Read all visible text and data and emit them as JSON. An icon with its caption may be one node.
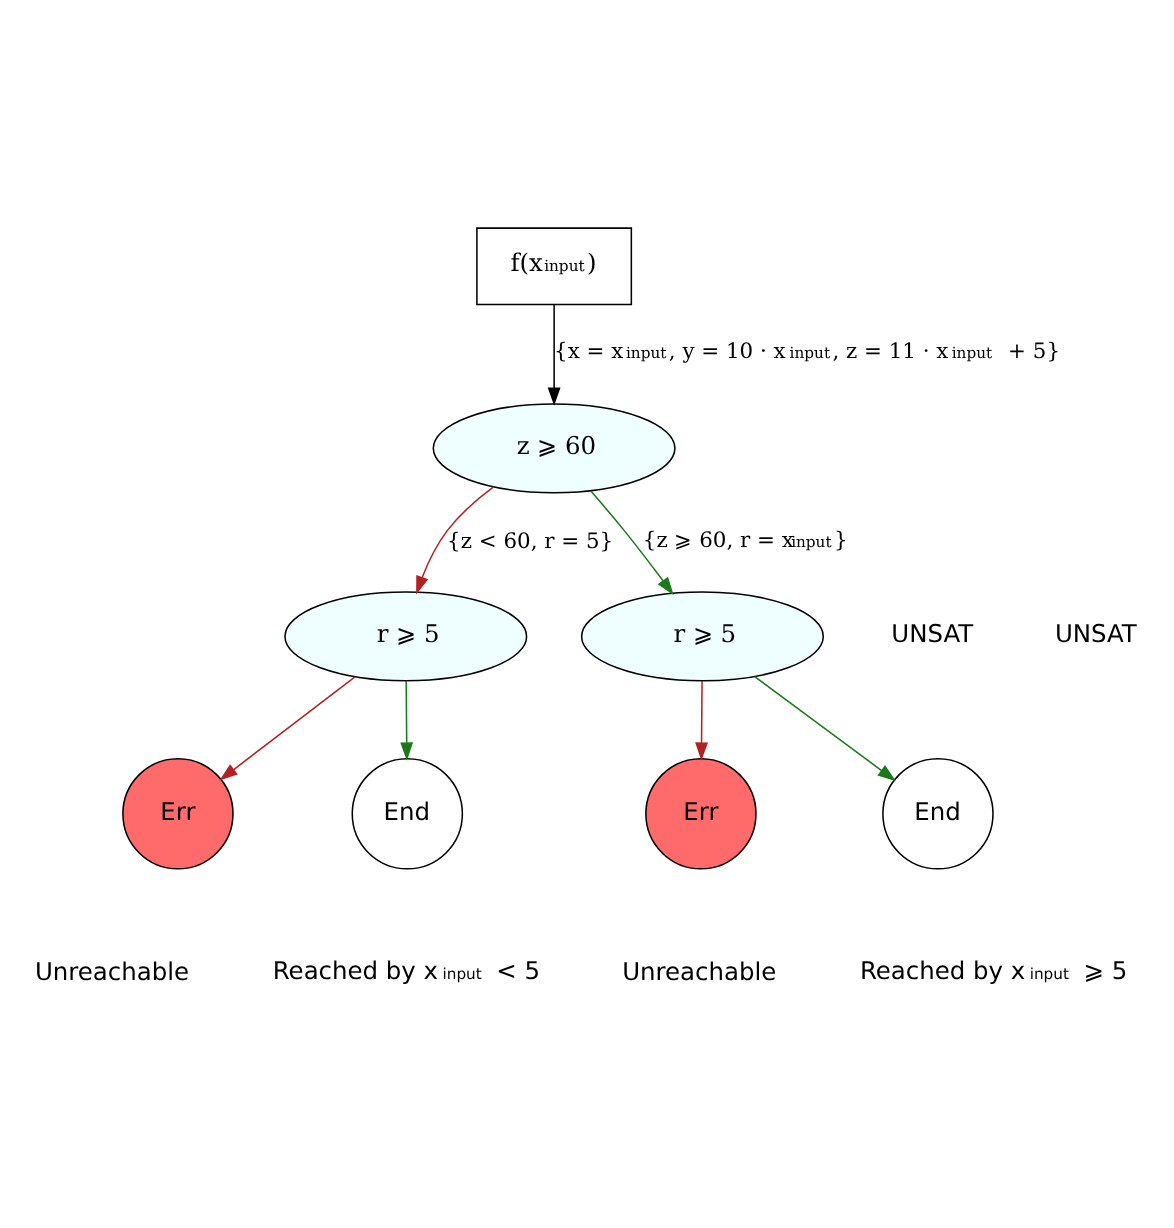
{
  "diagram": {
    "nodes": [
      {
        "text": [
          "f(x$_{input}$)"
        ]
      },
      {
        "text": [
          "z ⩾ 60"
        ]
      },
      {
        "text": [
          "r ⩾ 5"
        ]
      },
      {
        "text": [
          "r ⩾ 5"
        ]
      },
      {
        "text": [
          "Err"
        ],
        "beside": [
          "Unreachable"
        ]
      },
      {
        "text": [
          "End"
        ],
        "beside": [
          "Reached by x$_{input}$ < 5"
        ]
      },
      {
        "text": [
          "Err"
        ],
        "beside": [
          "Unreachable"
        ]
      },
      {
        "text": [
          "End"
        ],
        "beside": [
          "Reached by x$_{input}$ ⩾ 5"
        ]
      }
    ],
    "edges": [
      {
        "from": 0,
        "to": 1,
        "arrow": "to",
        "label": "{x = x$_{input}$, y = 10 · x$_{input}$, z = 11 · x$_{input}$ + 5}",
        "color": "#000000"
      },
      {
        "from": 1,
        "to": 2,
        "arrow": "to",
        "label": "{z < 60, r = 5}",
        "color": "#b22222"
      },
      {
        "from": 1,
        "to": 3,
        "arrow": "to",
        "label": "{z ⩾ 60, r = x$_{input}$}",
        "color": "#1a7a1a"
      },
      {
        "from": 2,
        "to": 4,
        "arrow": "to",
        "color": "#b22222"
      },
      {
        "from": 2,
        "to": 5,
        "arrow": "to",
        "color": "#1a7a1a"
      },
      {
        "from": 3,
        "to": 6,
        "arrow": "to",
        "color": "#b22222"
      },
      {
        "from": 3,
        "to": 7,
        "arrow": "to",
        "color": "#1a7a1a"
      }
    ],
    "labels": [
      "UNSAT",
      "UNSAT"
    ]
  }
}
